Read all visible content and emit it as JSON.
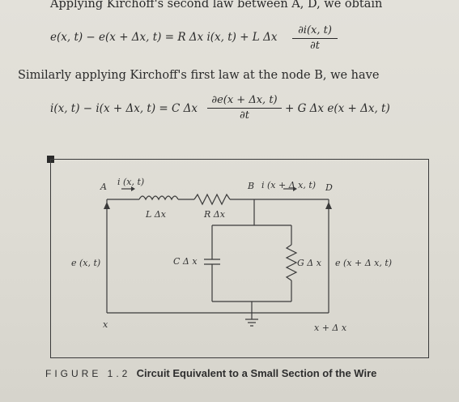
{
  "text": {
    "line1": "Applying Kirchoff's second law between A, D, we obtain",
    "eq1_lhs": "e(x, t) − e(x + Δx, t) = R Δx i(x, t) + L Δx",
    "eq1_num": "∂i(x, t)",
    "eq1_den": "∂t",
    "line2": "Similarly applying Kirchoff's first law at the node B, we have",
    "eq2_lhs": "i(x, t) − i(x + Δx, t) = C Δx",
    "eq2_num": "∂e(x + Δx, t)",
    "eq2_den": "∂t",
    "eq2_rhs": "+ G Δx e(x + Δx, t)"
  },
  "figure": {
    "labels": {
      "node_a": "A",
      "node_b": "B",
      "node_d": "D",
      "current_in": "i (x, t)",
      "current_out": "i (x + Δ x, t)",
      "inductor": "L Δx",
      "resistor": "R Δx",
      "capacitor": "C Δ x",
      "conductance": "G Δ x",
      "voltage_in": "e (x, t)",
      "voltage_out": "e (x + Δ x, t)",
      "pos_left": "x",
      "pos_right": "x + Δ x"
    },
    "caption_number": "FIGURE 1.2",
    "caption_title": "Circuit Equivalent to a Small Section of the Wire"
  }
}
